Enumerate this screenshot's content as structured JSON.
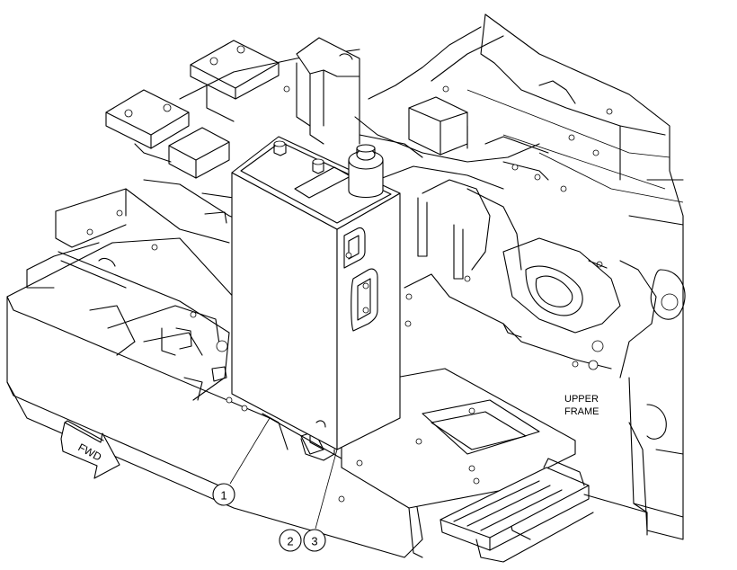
{
  "frame_label": {
    "line1": "UPPER",
    "line2": "FRAME"
  },
  "direction_label": "FWD",
  "callouts": [
    {
      "id": "1",
      "label": "1"
    },
    {
      "id": "2",
      "label": "2"
    },
    {
      "id": "3",
      "label": "3"
    }
  ]
}
